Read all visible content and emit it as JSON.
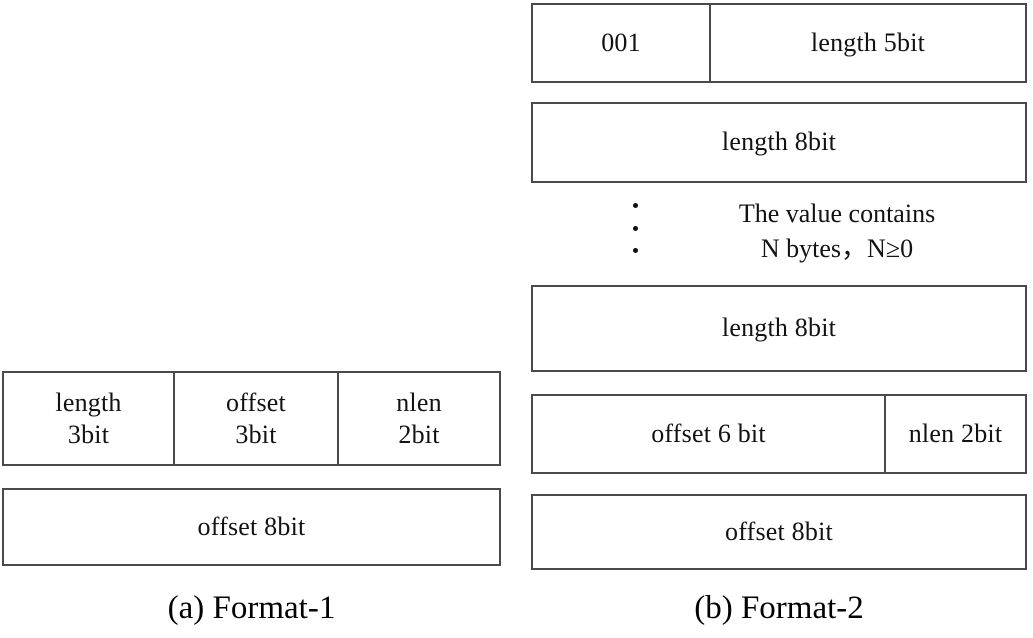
{
  "figure": {
    "background_color": "#ffffff",
    "border_color": "#4a4a4a",
    "text_color": "#121212"
  },
  "panels": [
    {
      "id": "format-1",
      "caption": "(a) Format-1",
      "rows": [
        {
          "id": "row-1",
          "cells": [
            {
              "id": "length-3bit",
              "line1": "length",
              "line2": "3bit"
            },
            {
              "id": "offset-3bit",
              "line1": "offset",
              "line2": "3bit"
            },
            {
              "id": "nlen-2bit",
              "line1": "nlen",
              "line2": "2bit"
            }
          ]
        },
        {
          "id": "row-2",
          "cells": [
            {
              "id": "offset-8bit",
              "line1": "offset 8bit",
              "line2": ""
            }
          ]
        }
      ]
    },
    {
      "id": "format-2",
      "caption": "(b) Format-2",
      "rows": [
        {
          "id": "row-1",
          "cells": [
            {
              "id": "tag-001",
              "line1": "001",
              "line2": ""
            },
            {
              "id": "length-5bit",
              "line1": "length 5bit",
              "line2": ""
            }
          ]
        },
        {
          "id": "row-2",
          "cells": [
            {
              "id": "length-8bit-top",
              "line1": "length 8bit",
              "line2": ""
            }
          ]
        },
        {
          "id": "row-3",
          "cells": [
            {
              "id": "length-8bit-bottom",
              "line1": "length 8bit",
              "line2": ""
            }
          ]
        },
        {
          "id": "row-4",
          "cells": [
            {
              "id": "offset-6bit",
              "line1": "offset 6 bit",
              "line2": ""
            },
            {
              "id": "nlen-2bit",
              "line1": "nlen 2bit",
              "line2": ""
            }
          ]
        },
        {
          "id": "row-5",
          "cells": [
            {
              "id": "offset-8bit",
              "line1": "offset 8bit",
              "line2": ""
            }
          ]
        }
      ],
      "annotation": {
        "id": "value-contains-note",
        "line1": "The value contains",
        "line2": "N bytes，N≥0",
        "ellipsis_symbol": "⋮"
      }
    }
  ]
}
